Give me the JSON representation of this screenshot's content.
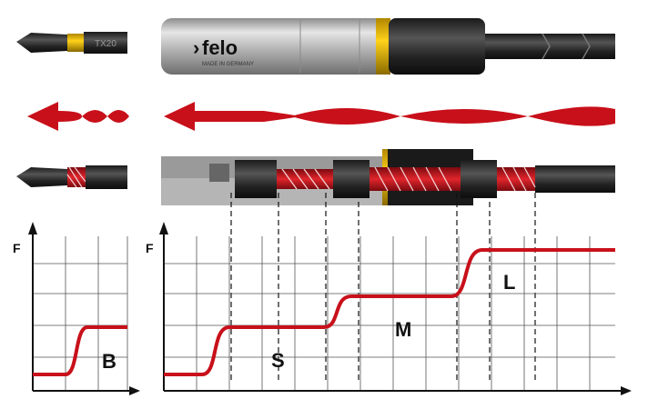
{
  "brand": {
    "name": "felo",
    "tagline": "MADE IN GERMANY",
    "bit_marking": "TX20"
  },
  "graph_small": {
    "ylabel": "F",
    "zone_label": "B"
  },
  "graph_large": {
    "ylabel": "F",
    "zone_labels": [
      "S",
      "M",
      "L"
    ]
  },
  "icons": [
    "bit-icon",
    "bit-holder-icon",
    "torsion-arrow-icon"
  ],
  "colors": {
    "force_curve": "#c8101a",
    "accent_ring": "#f2c200",
    "grid": "#555555",
    "steel": "#b9b9b9"
  }
}
